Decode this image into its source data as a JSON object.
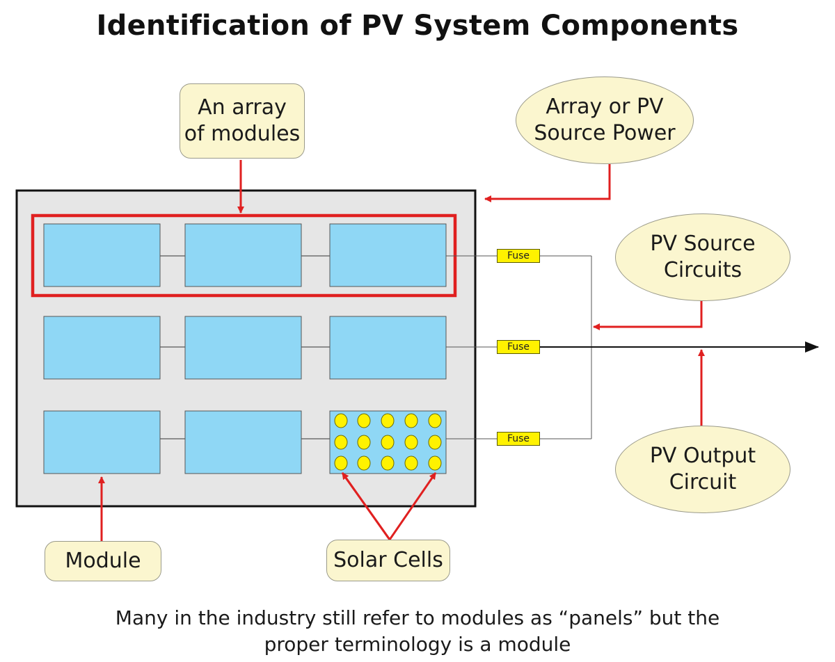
{
  "title": "Identification of PV System Components",
  "callouts": {
    "array_of_modules": "An array\nof modules",
    "array_source_power": "Array or PV\nSource Power",
    "pv_source_circuits": "PV Source\nCircuits",
    "pv_output_circuit": "PV Output\nCircuit",
    "module": "Module",
    "solar_cells": "Solar Cells"
  },
  "fuses": [
    "Fuse",
    "Fuse",
    "Fuse"
  ],
  "caption": "Many in the industry still refer to modules as “panels” but the\nproper terminology is a module",
  "colors": {
    "module_fill": "#8fd7f5",
    "array_background": "#e6e6e6",
    "callout_fill": "#fbf6cf",
    "highlight_red": "#e02020",
    "fuse_fill": "#fff200",
    "cell_fill": "#fff200"
  }
}
